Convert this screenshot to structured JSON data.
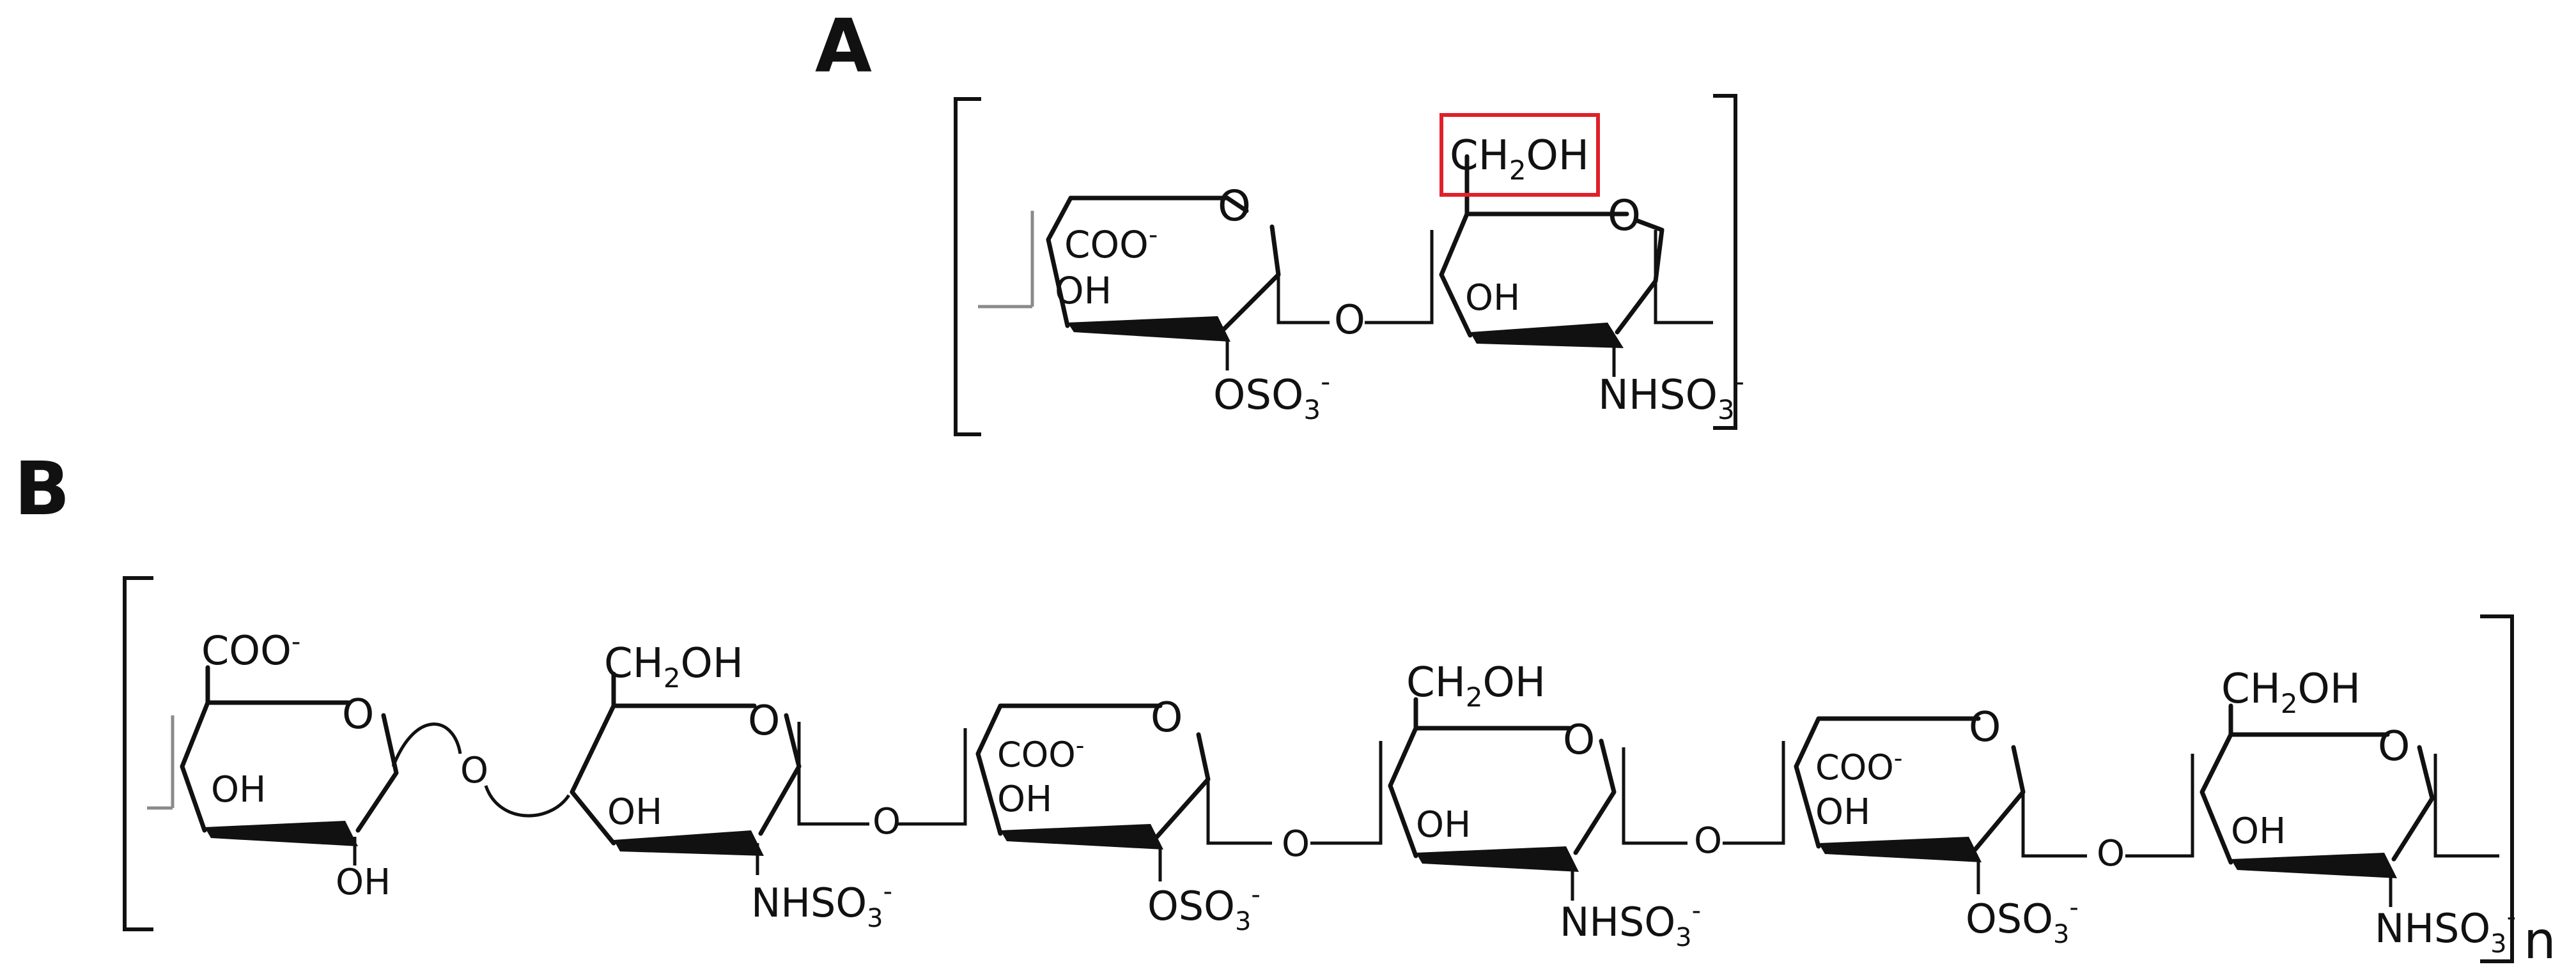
{
  "panels": {
    "a_label": "A",
    "b_label": "B"
  },
  "structure_a": {
    "uronic": {
      "carboxylate": "COO",
      "hydroxyl": "OH",
      "sulfate": "OSO",
      "ring_oxygen": "O"
    },
    "linker": "O",
    "glucosamine": {
      "hydroxymethyl": "CH",
      "hydroxymethyl_tail": "OH",
      "hydroxyl": "OH",
      "sulfamate": "NHSO",
      "ring_oxygen": "O"
    },
    "highlight_color": "#e0202a"
  },
  "structure_b": {
    "first_uronic": {
      "carboxylate": "COO",
      "hydroxyl": "OH",
      "hydroxyl_2": "OH",
      "ring_oxygen": "O"
    },
    "uronic_units": [
      {
        "carboxylate": "COO",
        "hydroxyl": "OH",
        "sulfate": "OSO",
        "ring_oxygen": "O"
      },
      {
        "carboxylate": "COO",
        "hydroxyl": "OH",
        "sulfate": "OSO",
        "ring_oxygen": "O"
      }
    ],
    "glucosamine_units": [
      {
        "hydroxymethyl": "CH",
        "hydroxymethyl_tail": "OH",
        "hydroxyl": "OH",
        "sulfamate": "NHSO",
        "ring_oxygen": "O"
      },
      {
        "hydroxymethyl": "CH",
        "hydroxymethyl_tail": "OH",
        "hydroxyl": "OH",
        "sulfamate": "NHSO",
        "ring_oxygen": "O"
      },
      {
        "hydroxymethyl": "CH",
        "hydroxymethyl_tail": "OH",
        "hydroxyl": "OH",
        "sulfamate": "NHSO",
        "ring_oxygen": "O"
      }
    ],
    "linkers": [
      "O",
      "O",
      "O",
      "O",
      "O"
    ],
    "repeat_subscript": "n"
  },
  "sub_2": "2",
  "sub_3": "3",
  "charge": "-"
}
